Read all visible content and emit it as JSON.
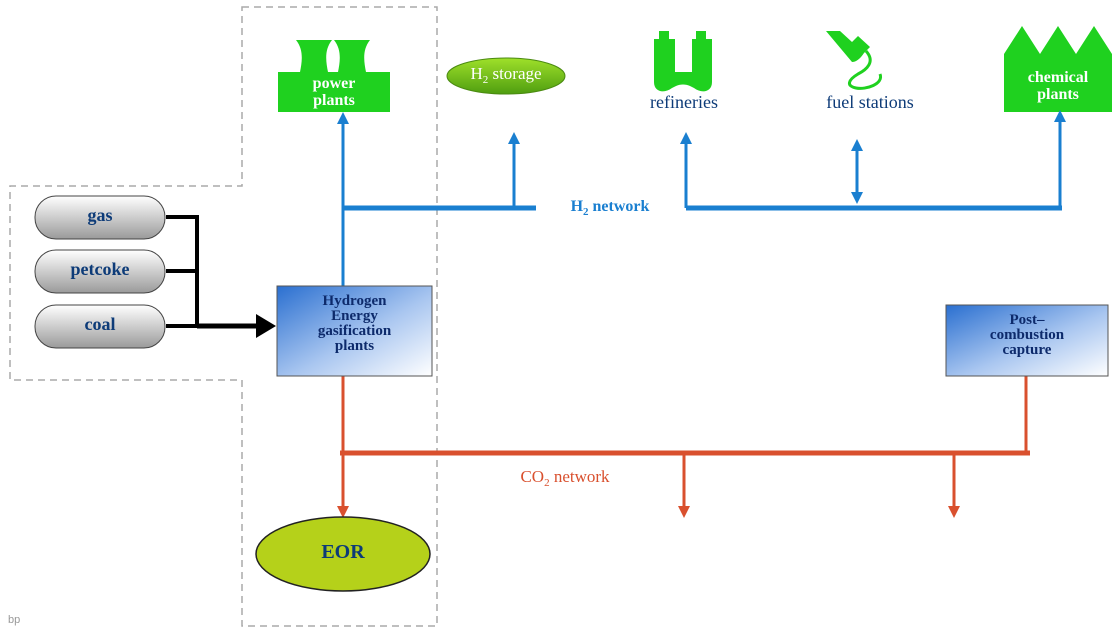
{
  "nodes": {
    "power_plants": {
      "line1": "power",
      "line2": "plants"
    },
    "h2_storage": {
      "pre": "H",
      "sub": "2",
      "post": " storage"
    },
    "refineries": "refineries",
    "fuel_stations": "fuel stations",
    "chemical_plants": {
      "line1": "chemical",
      "line2": "plants"
    },
    "sources": [
      "gas",
      "petcoke",
      "coal"
    ],
    "gasification": {
      "line1": "Hydrogen",
      "line2": "Energy",
      "line3": "gasification",
      "line4": "plants"
    },
    "post_combustion": {
      "line1": "Post–",
      "line2": "combustion",
      "line3": "capture"
    },
    "eor": "EOR"
  },
  "networks": {
    "h2": {
      "pre": "H",
      "sub": "2",
      "post": " network"
    },
    "co2": {
      "pre": "CO",
      "sub": "2",
      "post": " network"
    }
  },
  "footer": "bp",
  "colors": {
    "h2_line": "#1a7fd0",
    "co2_line": "#d9502e",
    "plant_green": "#1fd11f",
    "eor_fill": "#b5d11a",
    "feed_line": "#000000",
    "boundary": "#aaaaaa"
  }
}
